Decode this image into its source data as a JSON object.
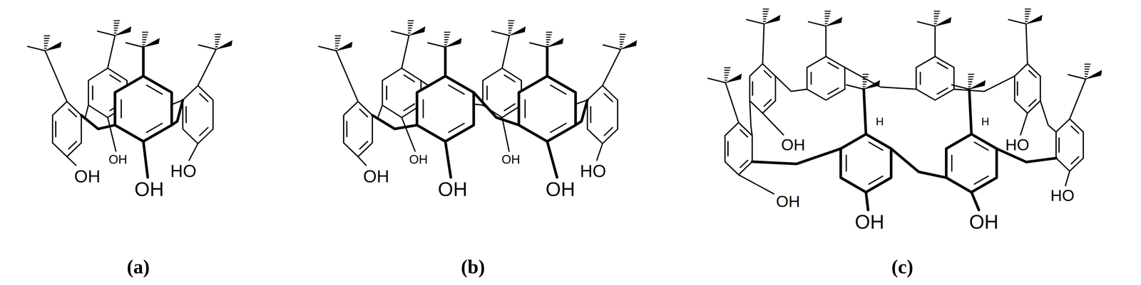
{
  "diagram": {
    "labels": [
      "OH",
      "OH",
      "OH",
      "HO",
      "(a)",
      "OH",
      "OH",
      "OH",
      "OH",
      "OH",
      "HO",
      "(b)",
      "OH",
      "H",
      "H",
      "HO",
      "OH",
      "OH",
      "OH",
      "HO",
      "(c)"
    ]
  }
}
